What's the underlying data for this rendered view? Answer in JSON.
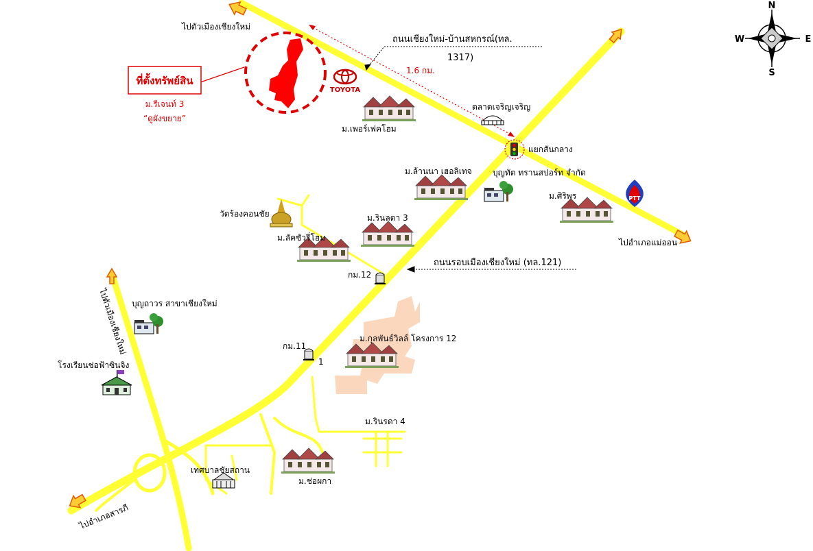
{
  "labels": {
    "to_city_top": "ไปตัวเมืองเชียงใหม่",
    "to_city_left": "ไปตัวเมืองเชียงใหม่",
    "road_main_line1": "ถนนเชียงใหม่-บ้านสหกรณ์(ทล.",
    "road_main_line2": "1317)",
    "distance": "1.6 กม.",
    "property_box": "ที่ตั้งทรัพย์สิน",
    "property_sub1": "ม.รีเจนท์ 3",
    "property_sub2": "“ดูผังขยาย”",
    "toyota": "TOYOTA",
    "perfect_home": "ม.เพอร์เฟคโฮม",
    "market": "ตลาดเจริญเจริญ",
    "intersection": "แยกสันกลาง",
    "boonyatat": "บุญทัต ทรานสปอร์ท จำกัด",
    "lanna": "ม.ล้านนา เฮอลิเทจ",
    "siriporn": "ม.ศิริพร",
    "to_mae_on": "ไปอำเภอแม่ออน",
    "temple": "วัดร้องคอนชัย",
    "rinlada3": "ม.รินลดา 3",
    "lucky": "ม.ลัคซัวรี่โฮม",
    "ring_road": "ถนนรอบเมืองเชียงใหม่ (ทล.121)",
    "km12": "กม.12",
    "boonthavorn": "บุญถาวร สาขาเชียงใหม่",
    "kulpan": "ม.กุลพันธ์วิลล์ โครงการ 12",
    "km11": "กม.11",
    "marker_1": "1",
    "school": "โรงเรียนช่อฟ้าซินจิง",
    "rinrada4": "ม.รินรดา 4",
    "municipality": "เทศบาลชัยสถาน",
    "chorpaka": "ม.ช่อผกา",
    "to_saraphi": "ไปอำเภอสารภี"
  },
  "compass": {
    "n": "N",
    "s": "S",
    "e": "E",
    "w": "W"
  },
  "colors": {
    "road": "#ffff33",
    "property": "#ff0000",
    "ring": "#e00000",
    "house_roof": "#a04040",
    "tree": "#2f8f2f",
    "arrow": "#ff9900"
  }
}
